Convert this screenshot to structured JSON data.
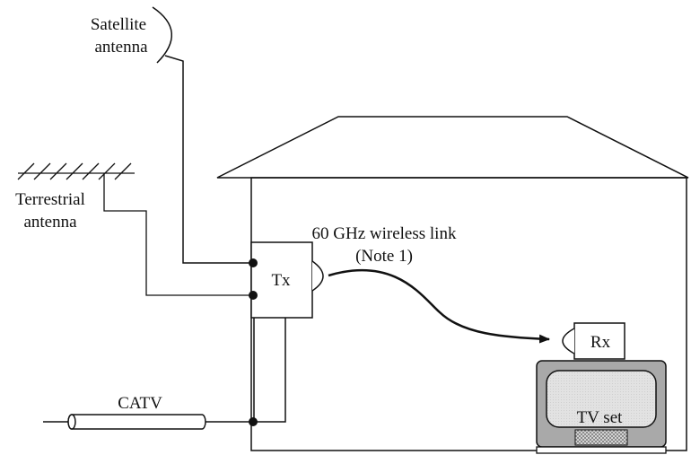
{
  "labels": {
    "satellite_line1": "Satellite",
    "satellite_line2": "antenna",
    "terrestrial_line1": "Terrestrial",
    "terrestrial_line2": "antenna",
    "link_line1": "60 GHz wireless link",
    "link_line2": "(Note 1)",
    "tx": "Tx",
    "rx": "Rx",
    "catv": "CATV",
    "tv": "TV set"
  },
  "colors": {
    "line": "#111111",
    "tv_frame": "#a9a9a9",
    "tv_screen": "#dcdcdc",
    "tv_grille": "#bdbdbd"
  }
}
